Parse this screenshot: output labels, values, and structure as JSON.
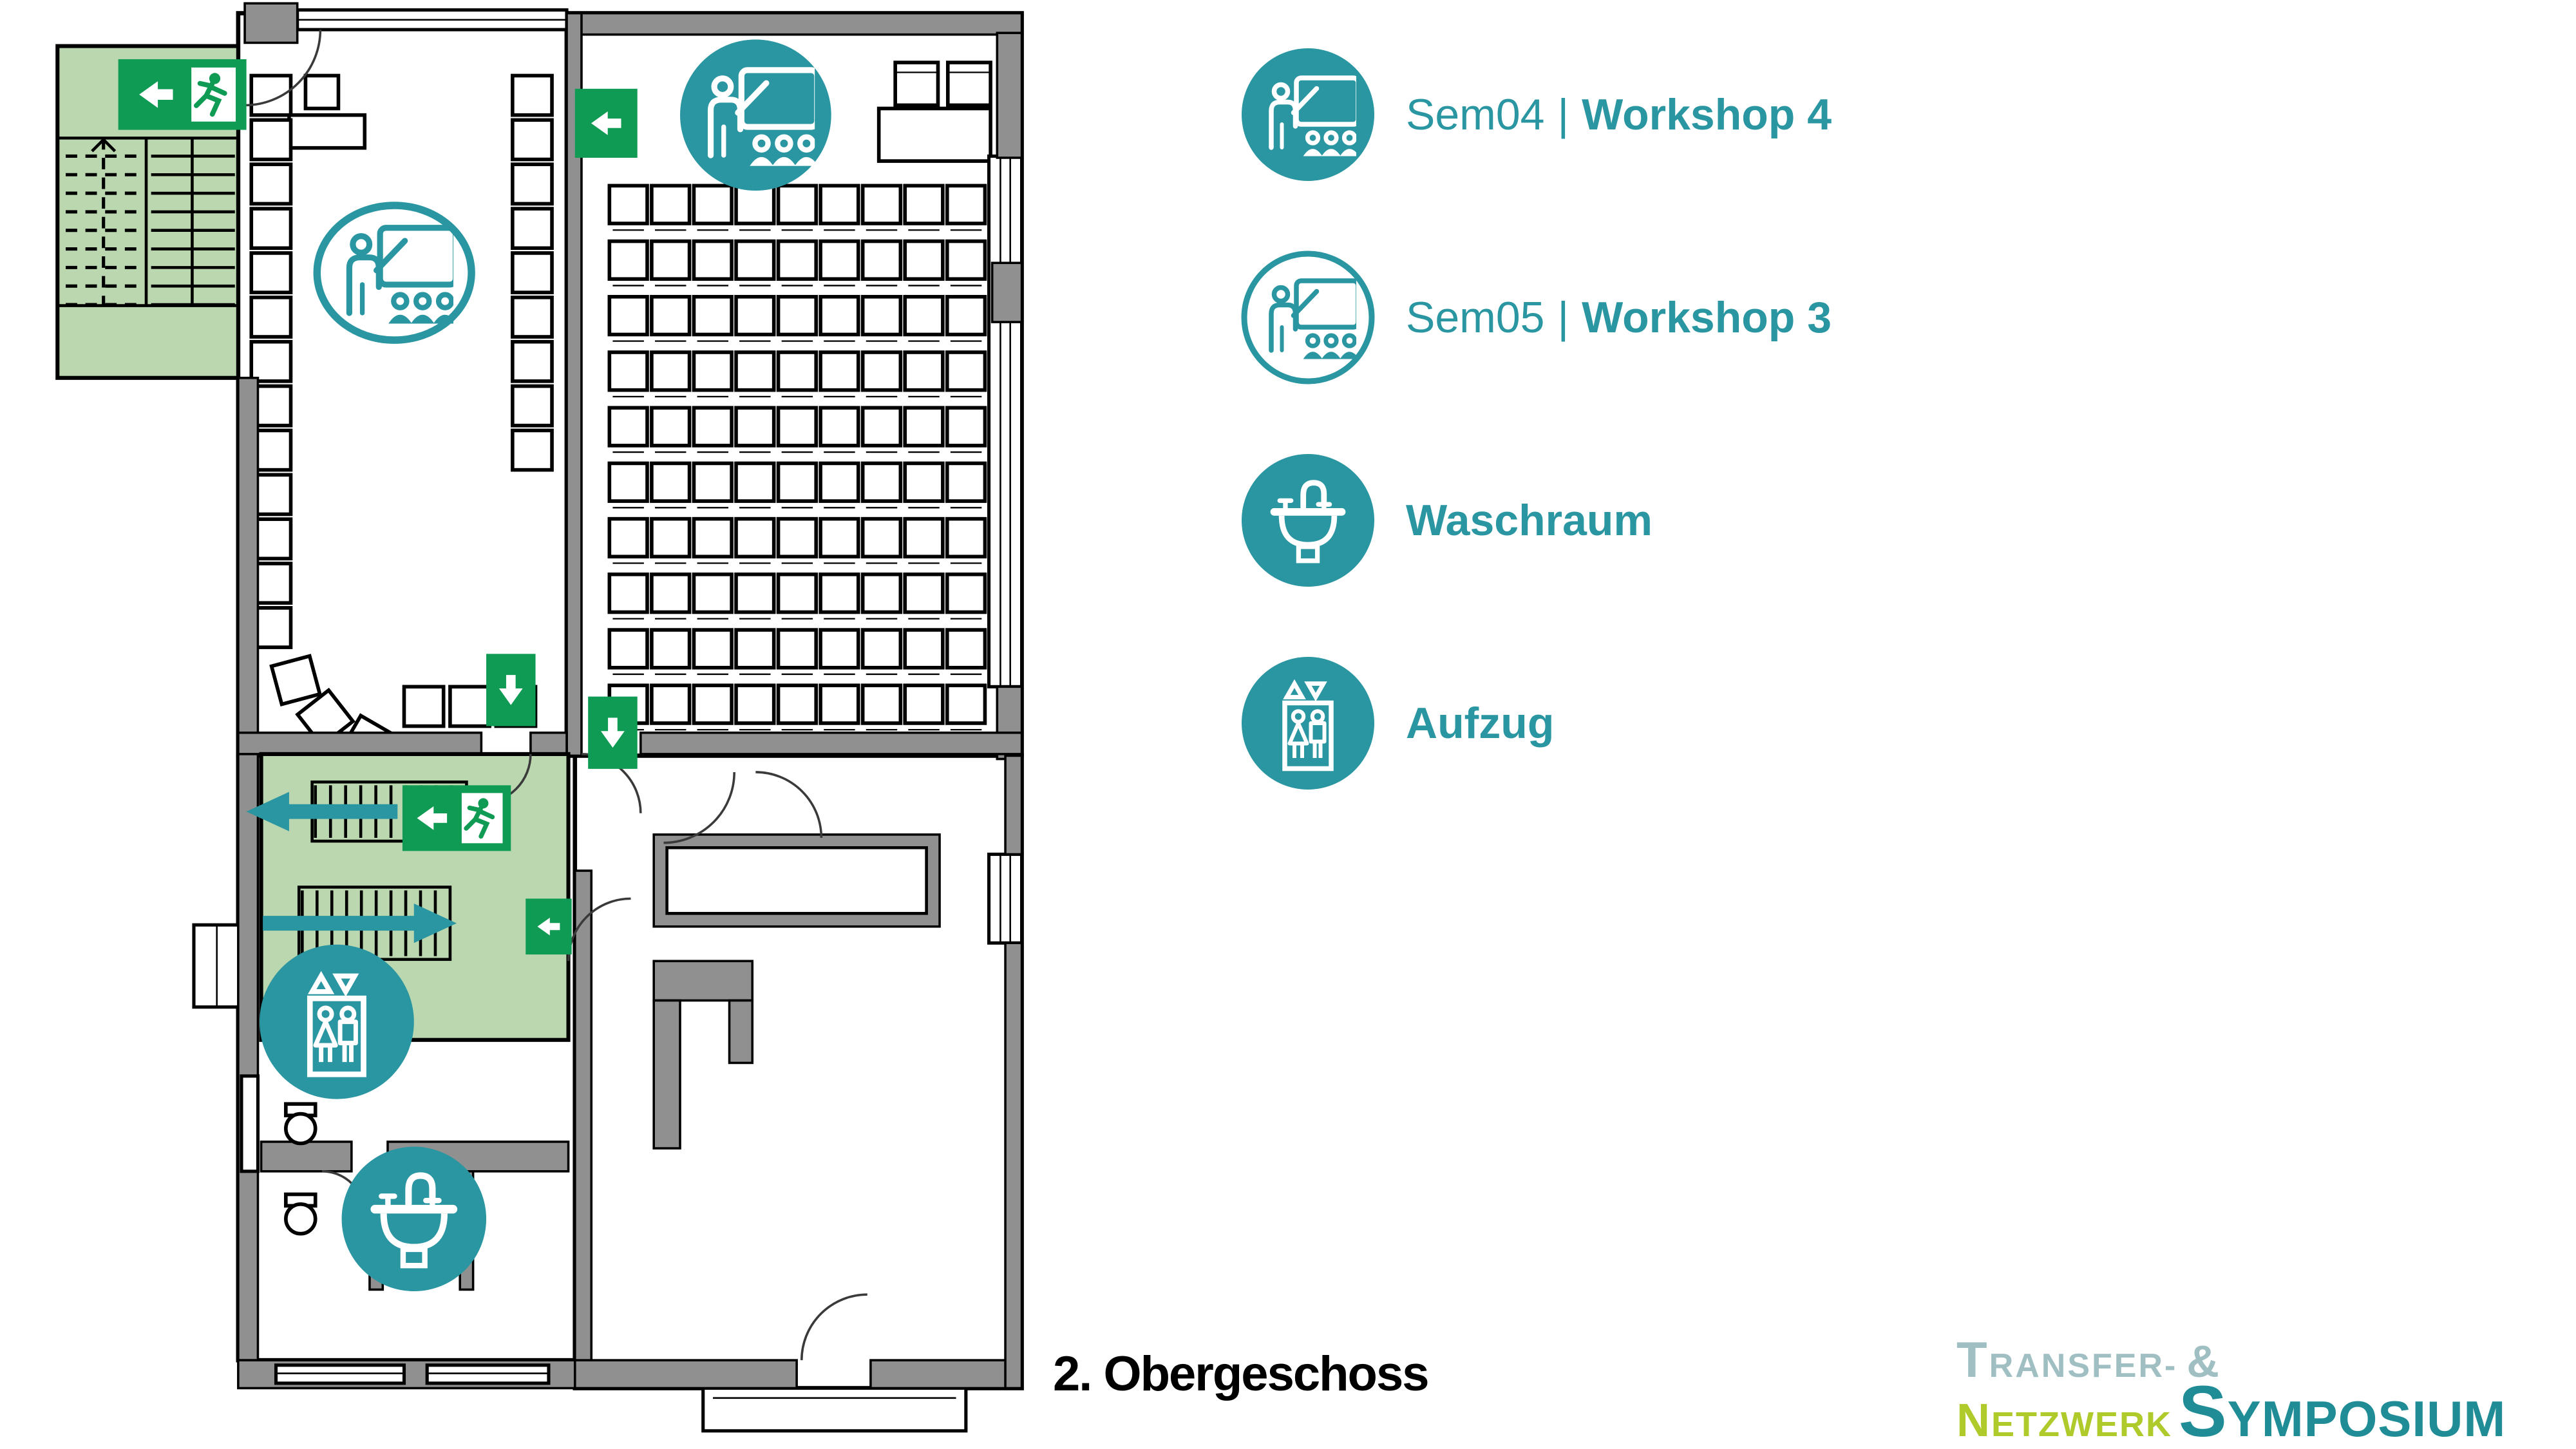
{
  "floor_label": "2. Obergeschoss",
  "legend": {
    "items": [
      {
        "icon": "seminar-filled-icon",
        "code": "Sem04",
        "sep": "|",
        "name": "Workshop 4"
      },
      {
        "icon": "seminar-outline-icon",
        "code": "Sem05",
        "sep": "|",
        "name": "Workshop 3"
      },
      {
        "icon": "washroom-icon",
        "code": "",
        "sep": "",
        "name": "Waschraum"
      },
      {
        "icon": "elevator-icon",
        "code": "",
        "sep": "",
        "name": "Aufzug"
      }
    ]
  },
  "logo": {
    "part1_initial": "T",
    "part1_rest": "RANSFER-",
    "part1_amp": "&",
    "part2_initial": "N",
    "part2_rest": "ETZWERK",
    "part3_initial": "S",
    "part3_rest": "YMPOSIUM"
  },
  "plan": {
    "seat_rows": 10,
    "seat_cols": 9,
    "left_wall_chairs": 13,
    "right_wall_chairs": 9
  },
  "colors": {
    "teal": "#2996A1",
    "sign-green": "#0F9B53",
    "stair-green": "#BAD7B0",
    "wall-gray": "#909090",
    "logo-gray": "#9FBFC2",
    "logo-lime": "#AFCA2B",
    "logo-teal": "#1F8C96"
  }
}
